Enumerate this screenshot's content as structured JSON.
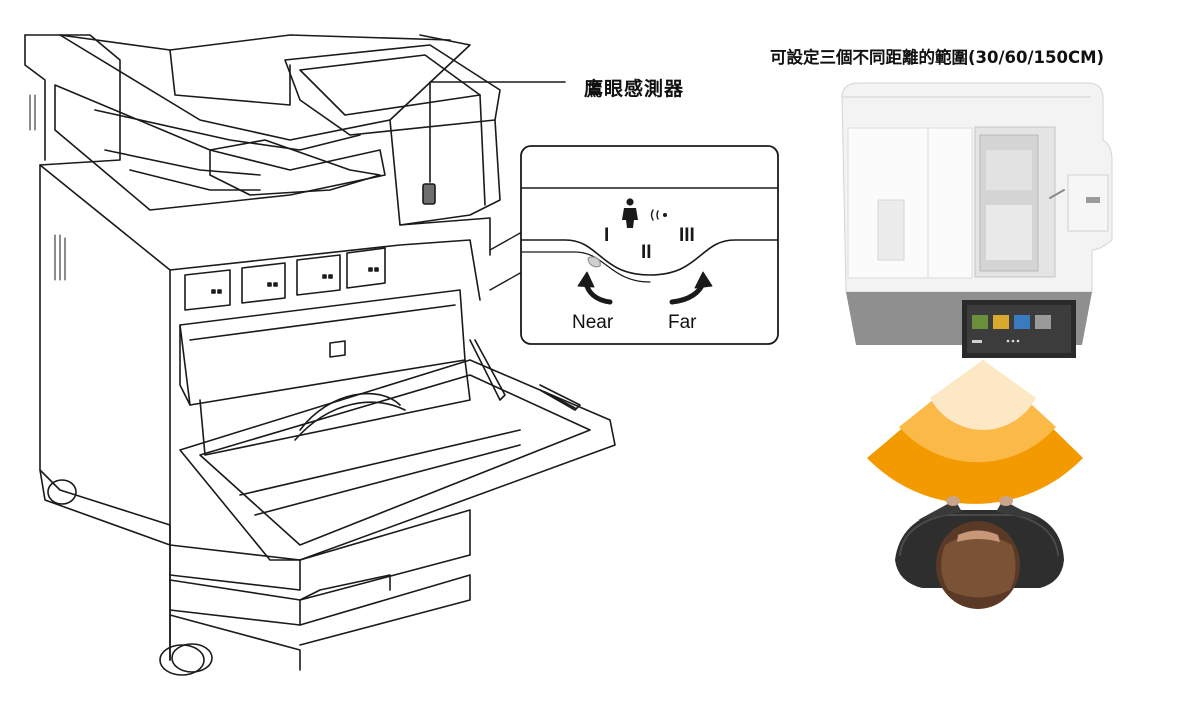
{
  "callout": {
    "sensor_label": "鷹眼感測器"
  },
  "range": {
    "title": "可設定三個不同距離的範圍(30/60/150CM)"
  },
  "dial": {
    "positions": [
      "I",
      "II",
      "III"
    ],
    "near_label": "Near",
    "far_label": "Far"
  },
  "colors": {
    "zone_inner": "#fde8c6",
    "zone_mid": "#fbb947",
    "zone_outer": "#f39a00",
    "line": "#1a1a1a"
  }
}
